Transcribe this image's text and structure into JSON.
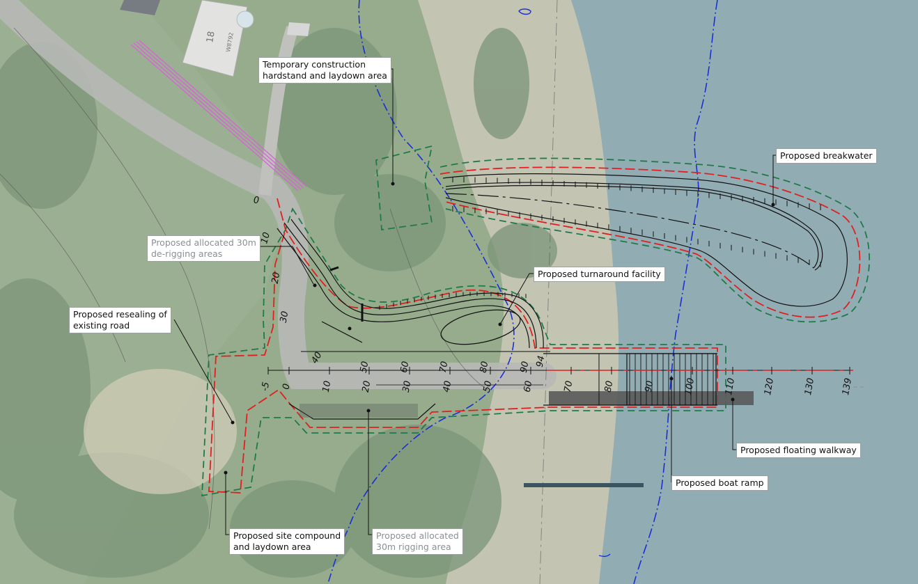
{
  "labels": {
    "hardstand": "Temporary construction\nhardstand and laydown area",
    "breakwater": "Proposed breakwater",
    "derigging": "Proposed allocated 30m\nde-rigging areas",
    "turnaround": "Proposed turnaround facility",
    "resealing": "Proposed resealing of\nexisting road",
    "floating_walkway": "Proposed floating walkway",
    "boat_ramp": "Proposed boat ramp",
    "site_compound": "Proposed site compound\nand laydown area",
    "rigging": "Proposed allocated\n30m rigging area"
  },
  "map_text": {
    "house_number": "18",
    "lot_id": "W8792"
  },
  "road_chainages": [
    "0",
    "10",
    "20",
    "30",
    "40",
    "50",
    "60",
    "70",
    "80",
    "90",
    "94"
  ],
  "ramp_chainages": [
    "-5",
    "0",
    "10",
    "20",
    "30",
    "40",
    "50",
    "60",
    "70",
    "80",
    "90",
    "100",
    "110",
    "120",
    "130",
    "139"
  ],
  "colors": {
    "water": "#6f8f9a",
    "land": "#7d9a6e",
    "sand": "#c9bfa0",
    "red_boundary": "#e02020",
    "green_boundary": "#1f7a4a",
    "blue_line": "#1a2fd6",
    "magenta": "#d040d0"
  }
}
